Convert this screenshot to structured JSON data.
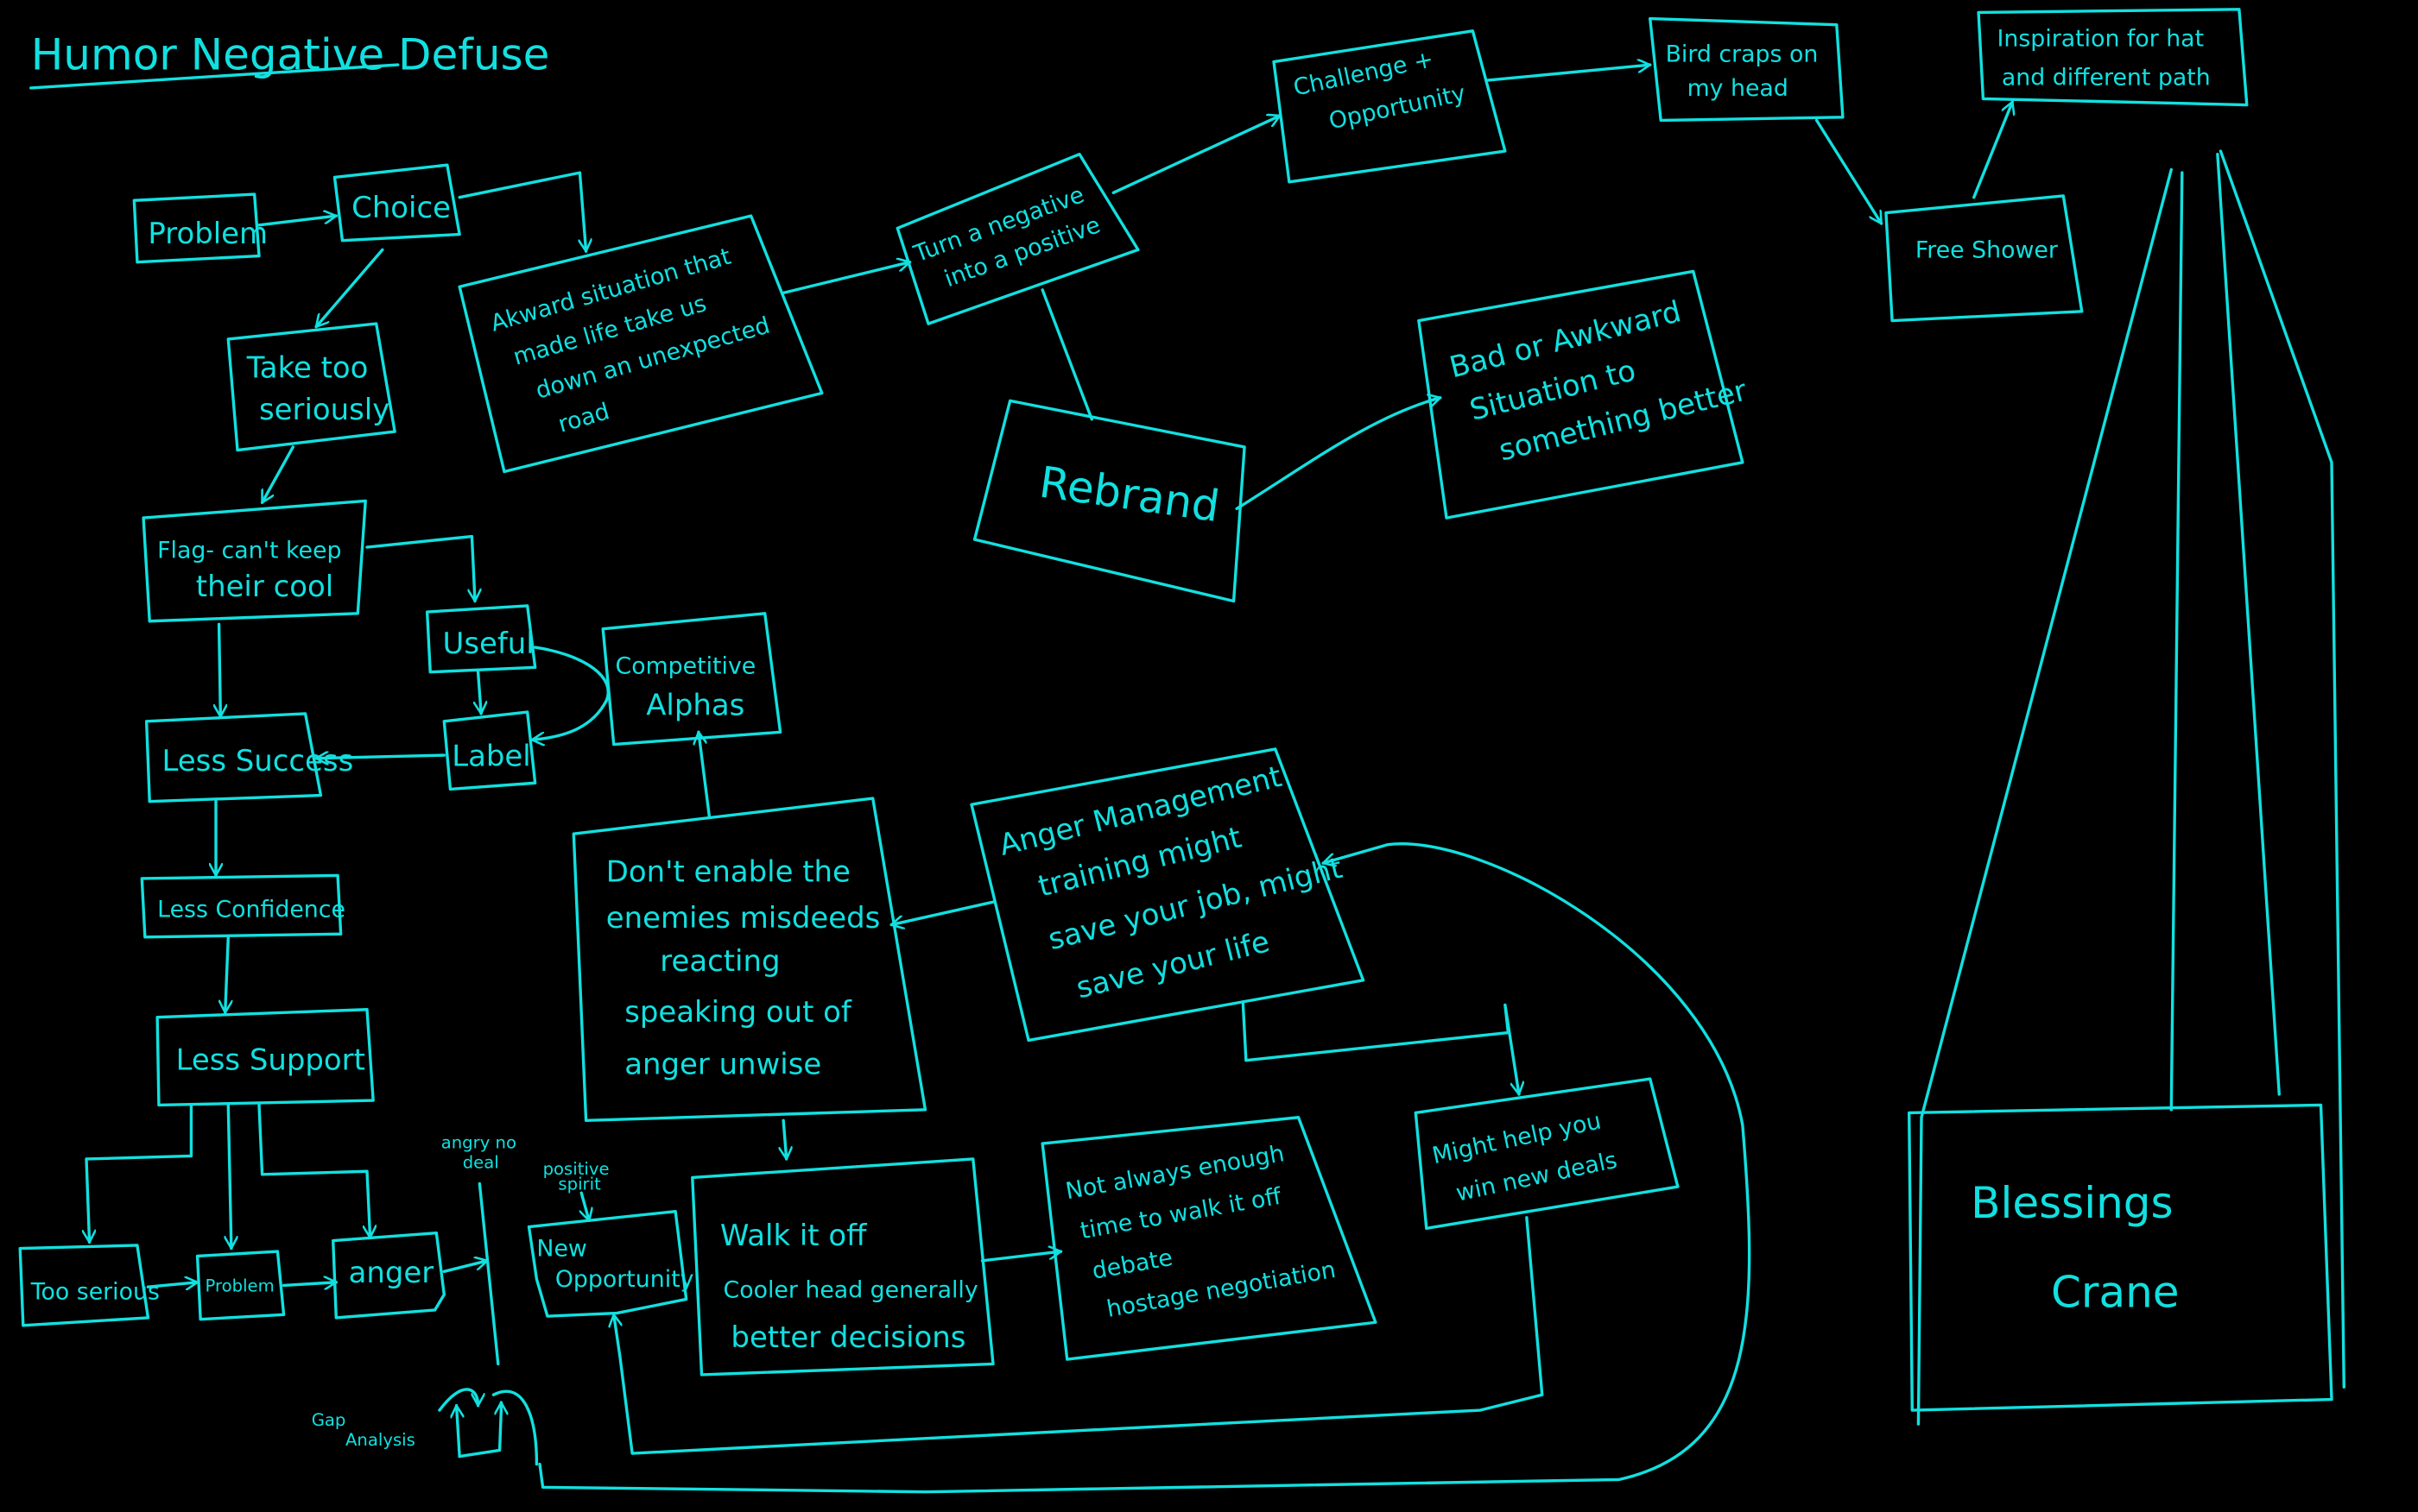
{
  "title": "Humor Negative Defuse",
  "colors": {
    "background": "#000000",
    "ink": "#12e0e0"
  },
  "nodes": {
    "problem": "Problem",
    "choice": "Choice",
    "awkward": [
      "Akward situation that",
      "made life take us",
      "down an unexpected",
      "road"
    ],
    "take_too_seriously": [
      "Take too",
      "seriously"
    ],
    "flag": [
      "Flag- can't keep",
      "their cool"
    ],
    "useful": "Useful",
    "label": "Label",
    "competitive_alphas": [
      "Competitive",
      "Alphas"
    ],
    "less_success": "Less Success",
    "less_confidence": "Less Confidence",
    "less_support": "Less Support",
    "too_serious": "Too serious",
    "problem_small": "Problem",
    "anger": "anger",
    "angry_no_deal": [
      "angry no",
      "deal"
    ],
    "positive_spirit": [
      "positive",
      "spirit"
    ],
    "new_opportunity": [
      "New",
      "Opportunity"
    ],
    "gap_analysis": [
      "Gap",
      "Analysis"
    ],
    "dont_enable": [
      "Don't enable the",
      "enemies misdeeds",
      "reacting",
      "speaking out of",
      "anger unwise"
    ],
    "walk_it_off": [
      "Walk it off",
      "Cooler head generally",
      "better decisions"
    ],
    "not_always": [
      "Not always enough",
      "time to walk it off",
      "debate",
      "hostage negotiation"
    ],
    "anger_management": [
      "Anger Management",
      "training might",
      "save your job, might",
      "save your life"
    ],
    "might_help": [
      "Might help you",
      "win new deals"
    ],
    "turn_negative": [
      "Turn a negative",
      "into a positive"
    ],
    "challenge": [
      "Challenge +",
      "Opportunity"
    ],
    "bird_craps": [
      "Bird craps on",
      "my head"
    ],
    "inspiration": [
      "Inspiration for hat",
      "and different path"
    ],
    "free_shower": "Free Shower",
    "rebrand": "Rebrand",
    "bad_awkward": [
      "Bad or Awkward",
      "Situation to",
      "something better"
    ],
    "blessings_crane": [
      "Blessings",
      "Crane"
    ]
  }
}
